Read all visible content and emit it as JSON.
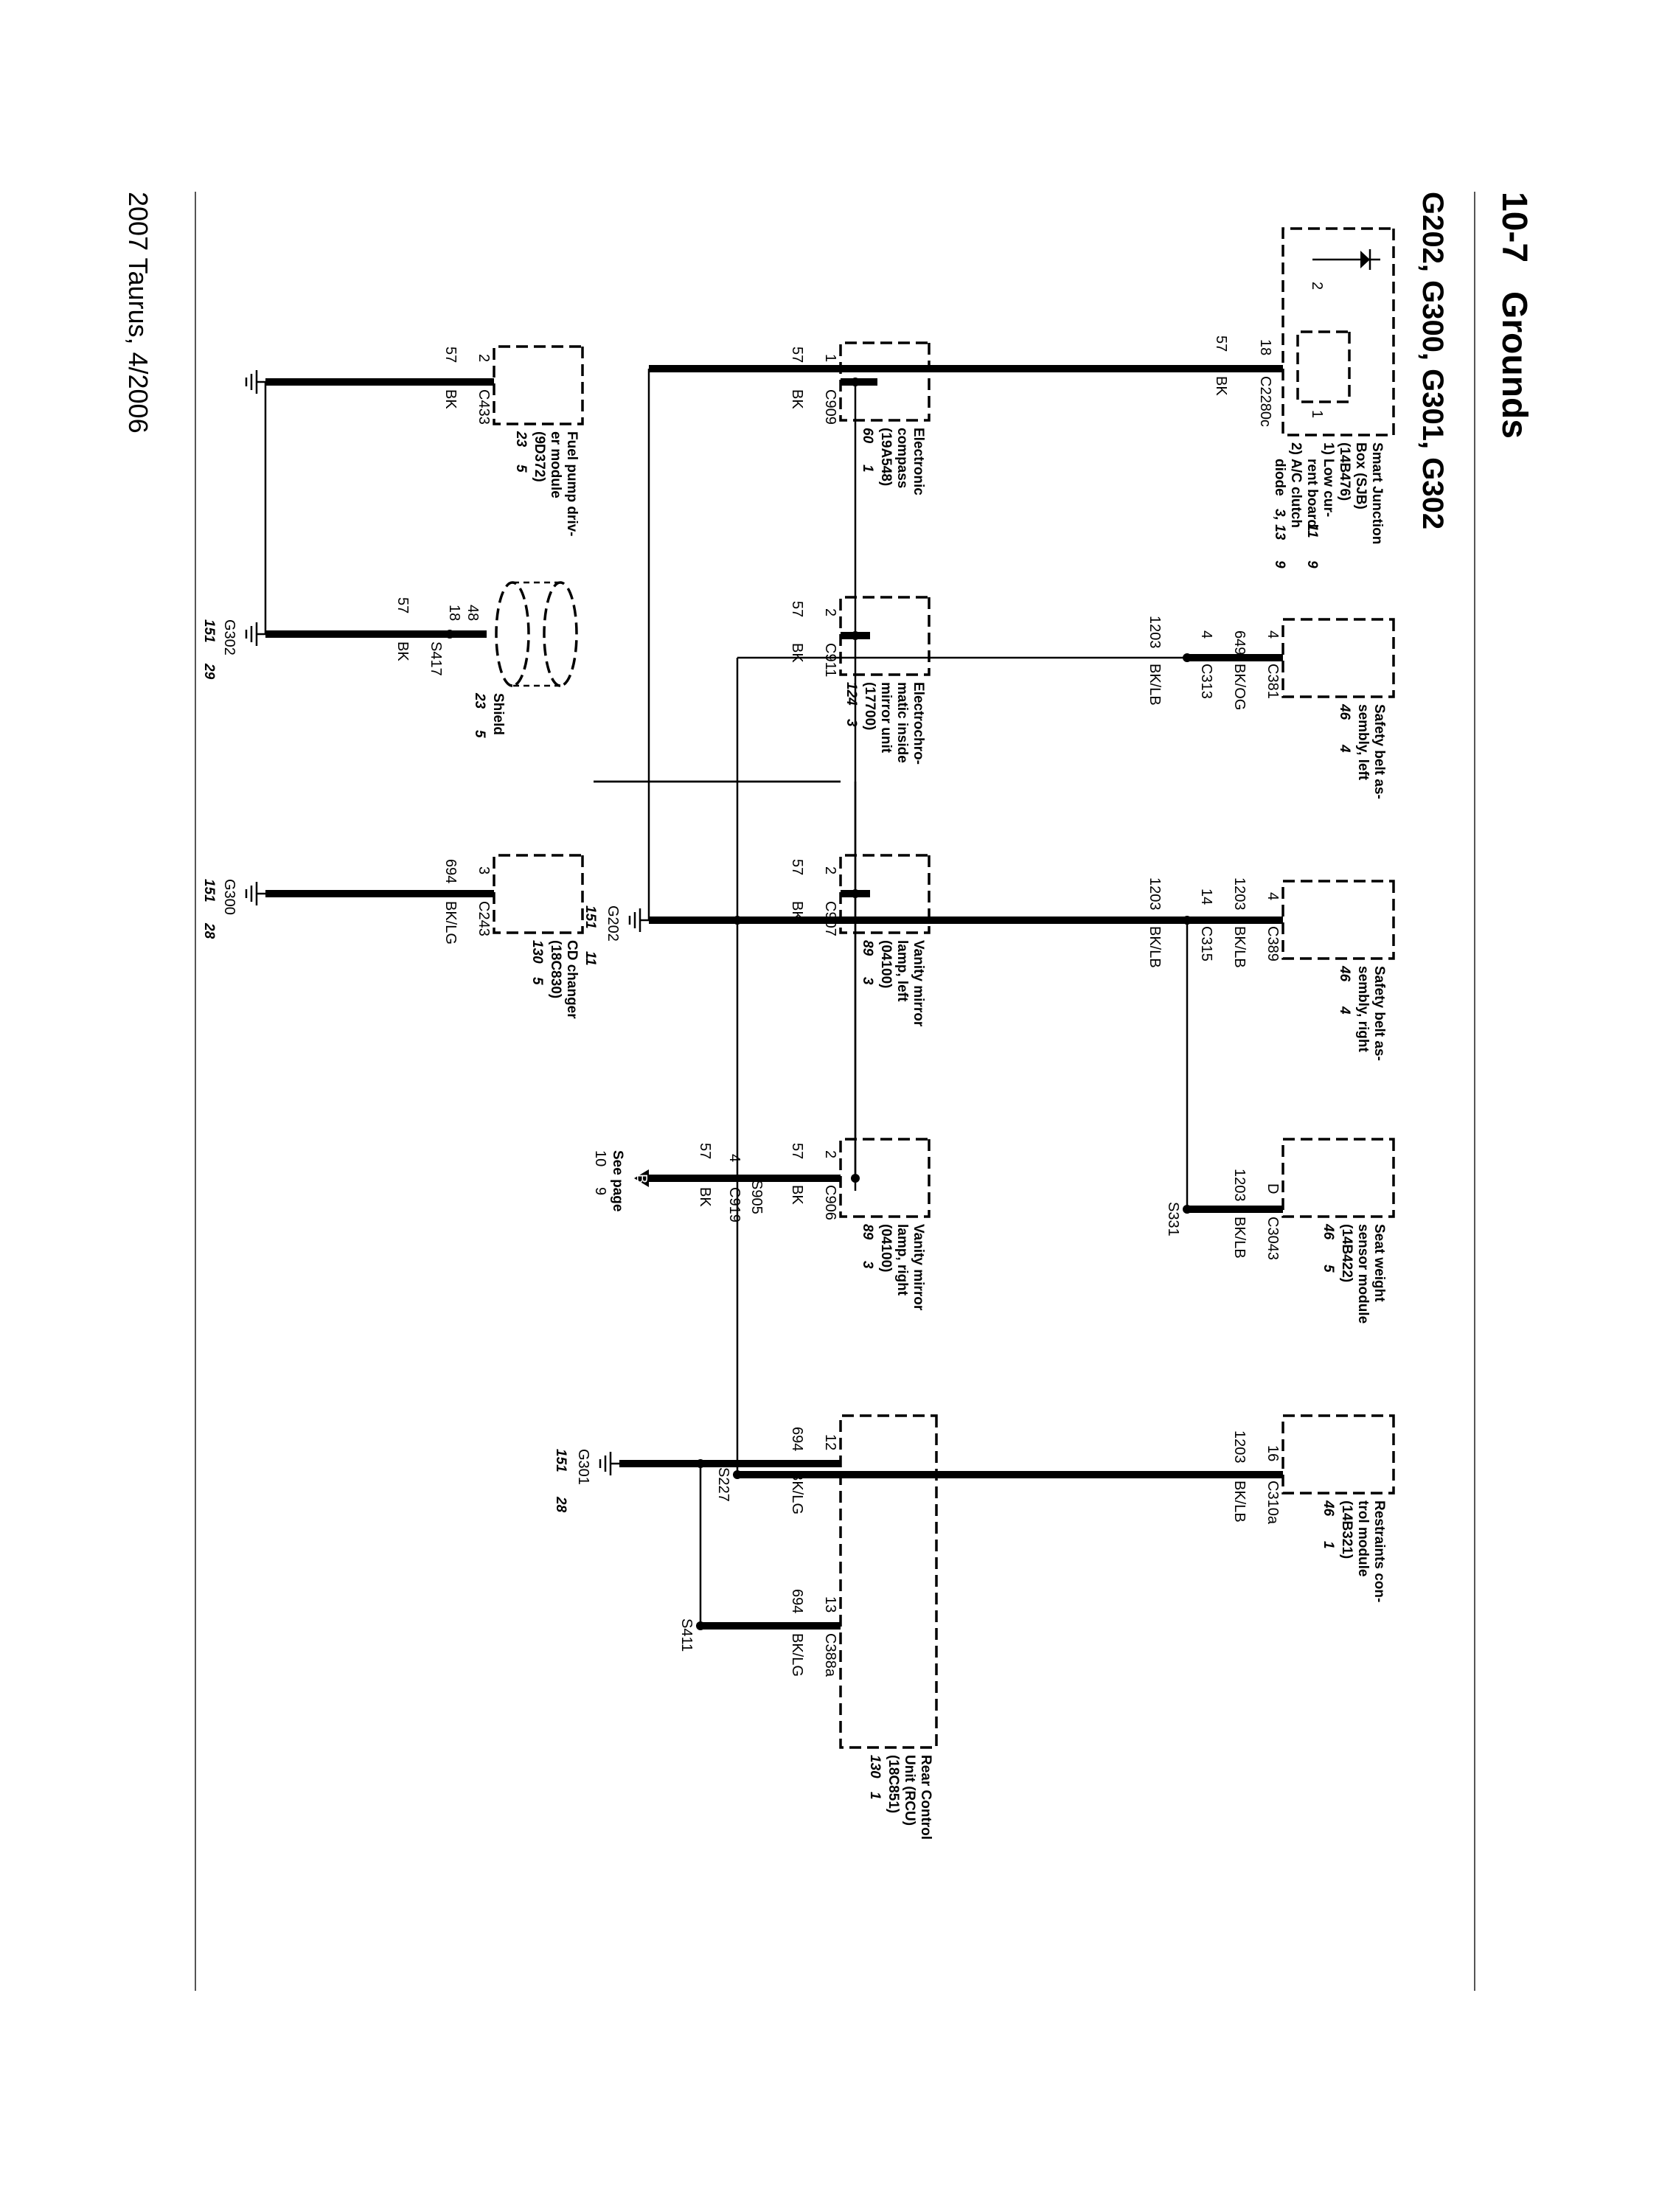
{
  "header": {
    "page_number": "10-7",
    "section_title": "Grounds",
    "diagram_title": "G202, G300, G301, G302"
  },
  "footer": {
    "vehicle": "2007 Taurus, 4/2006"
  },
  "modules": {
    "sjb": {
      "l1": "Smart Junction",
      "l2": "Box (SJB)",
      "l3": "(14B476)",
      "n1": "1)",
      "n1a": "Low cur-",
      "n1b": "rent board",
      "n2": "2)",
      "n2a": "A/C clutch",
      "n2b": "diode",
      "r1a": "11",
      "r2a": "3, 13",
      "r2b": "9",
      "r1b": "9",
      "pin18": "18",
      "conn": "C2280c",
      "circ": "57",
      "color": "BK",
      "pin_a": "2",
      "pin_b": "1"
    },
    "sb_left": {
      "l1": "Safety belt as-",
      "l2": "sembly, left",
      "r1": "46",
      "r2": "4",
      "pin": "4",
      "conn": "C381",
      "circ": "649",
      "color": "BK/OG",
      "pin2": "4",
      "conn2": "C313",
      "circ2": "1203",
      "color2": "BK/LB"
    },
    "sb_right": {
      "l1": "Safety belt as-",
      "l2": "sembly, right",
      "r1": "46",
      "r2": "4",
      "pin": "4",
      "conn": "C389",
      "circ": "1203",
      "color": "BK/LB",
      "pin2": "14",
      "conn2": "C315",
      "circ2": "1203",
      "color2": "BK/LB",
      "g_id": "G202",
      "g_r1": "151",
      "g_r2": "11"
    },
    "seat_weight": {
      "l1": "Seat weight",
      "l2": "sensor module",
      "l3": "(14B422)",
      "r1": "46",
      "r2": "5",
      "pin": "D",
      "conn": "C3043",
      "circ": "1203",
      "color": "BK/LB",
      "splice": "S331"
    },
    "rcm": {
      "l1": "Restraints con-",
      "l2": "trol module",
      "l3": "(14B321)",
      "r1": "46",
      "r2": "1",
      "pin": "16",
      "conn": "C310a",
      "circ": "1203",
      "color": "BK/LB",
      "splice": "S227"
    },
    "compass": {
      "l1": "Electronic",
      "l2": "compass",
      "l3": "(19A548)",
      "r1": "60",
      "r2": "1",
      "pin": "1",
      "conn": "C909",
      "circ": "57",
      "color": "BK"
    },
    "mirror": {
      "l1": "Electrochro-",
      "l2": "matic inside",
      "l3": "mirror unit",
      "l4": "(17700)",
      "r1": "124",
      "r2": "3",
      "pin": "2",
      "conn": "C911",
      "circ": "57",
      "color": "BK"
    },
    "vanity_left": {
      "l1": "Vanity mirror",
      "l2": "lamp, left",
      "l3": "(04100)",
      "r1": "89",
      "r2": "3",
      "pin": "2",
      "conn": "C907",
      "circ": "57",
      "color": "BK"
    },
    "vanity_right": {
      "l1": "Vanity mirror",
      "l2": "lamp, right",
      "l3": "(04100)",
      "r1": "89",
      "r2": "3",
      "pin": "2",
      "conn": "C906",
      "circ": "57",
      "color": "BK",
      "splice": "S905",
      "pin2": "4",
      "conn2": "C919",
      "circ2": "57",
      "color2": "BK",
      "see1": "See page",
      "see_r1": "10",
      "see_r2": "9",
      "arrow": "B"
    },
    "rcu": {
      "l1": "Rear Control",
      "l2": "Unit (RCU)",
      "l3": "(18C851)",
      "r1": "130",
      "r2": "1",
      "pin_a": "12",
      "pin_b": "13",
      "conn": "C388a",
      "circ_a": "694",
      "color_a": "BK/LG",
      "circ_b": "694",
      "color_b": "BK/LG",
      "splice": "S411",
      "g_id": "G301",
      "g_r1": "151",
      "g_r2": "28"
    },
    "fuel_pump": {
      "l1": "Fuel pump driv-",
      "l2": "er module",
      "l3": "(9D372)",
      "r1": "23",
      "r2": "5",
      "pin": "2",
      "conn": "C433",
      "circ": "57",
      "color": "BK"
    },
    "shield": {
      "l1": "Shield",
      "r1": "23",
      "r2": "5",
      "pin": "18",
      "circ": "48",
      "splice": "S417",
      "circ2": "57",
      "color2": "BK",
      "g_id": "G302",
      "g_r1": "151",
      "g_r2": "29"
    },
    "cd_changer": {
      "l1": "CD changer",
      "l2": "(18C830)",
      "r1": "130",
      "r2": "5",
      "pin": "3",
      "conn": "C243",
      "circ": "694",
      "color": "BK/LG",
      "g_id": "G300",
      "g_r1": "151",
      "g_r2": "28"
    }
  }
}
